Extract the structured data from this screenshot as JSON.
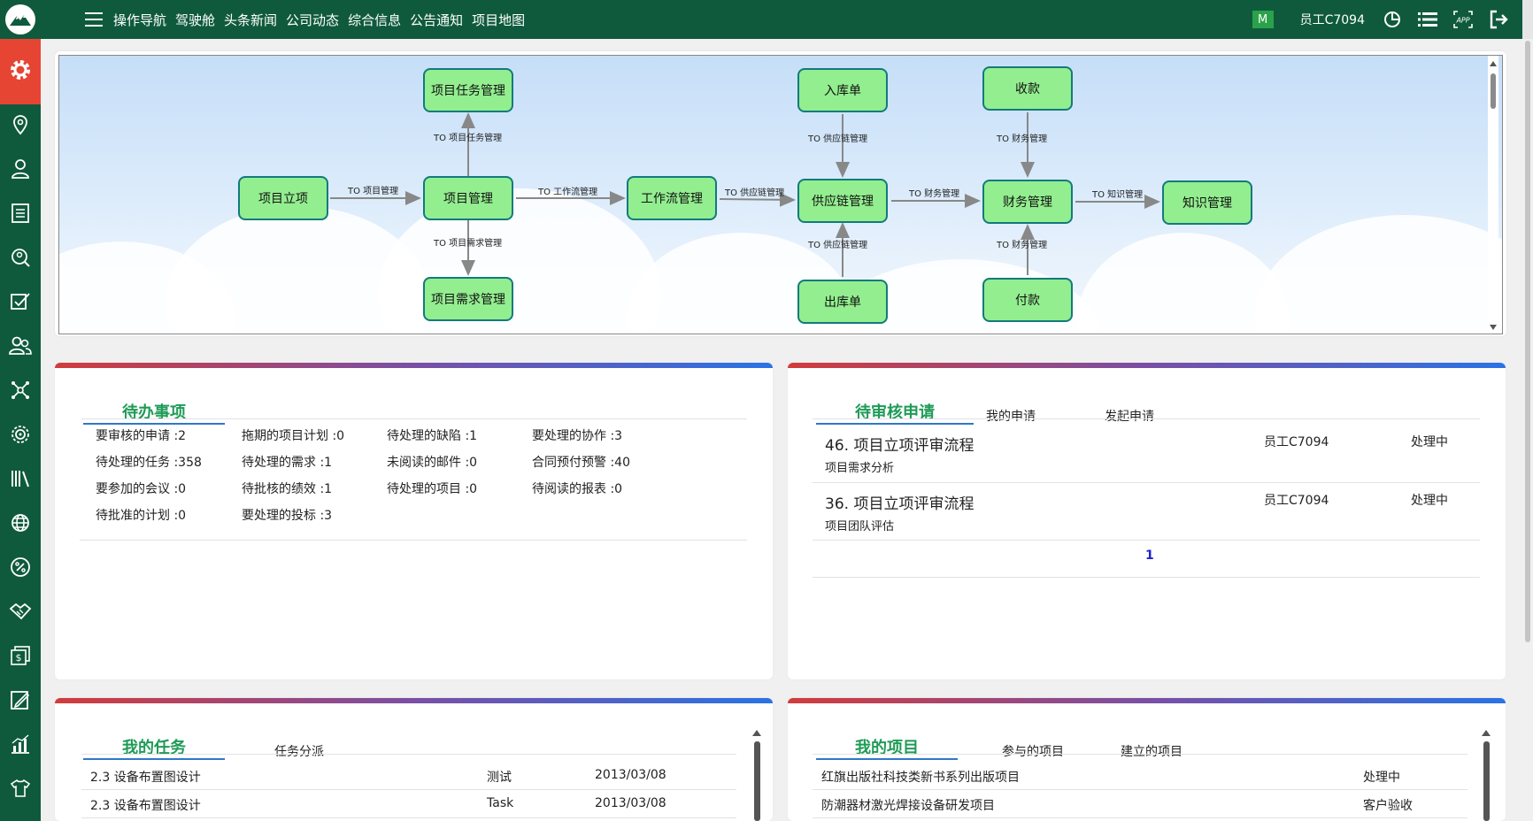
{
  "topnav": {
    "items": [
      "操作导航",
      "驾驶舱",
      "头条新闻",
      "公司动态",
      "综合信息",
      "公告通知",
      "项目地图"
    ],
    "badge": "M",
    "user": "员工C7094"
  },
  "sidebar": {
    "icons": [
      "gear-icon",
      "location-pin-icon",
      "user-icon",
      "document-icon",
      "search-user-icon",
      "checklist-icon",
      "users-icon",
      "network-icon",
      "target-icon",
      "books-icon",
      "globe-icon",
      "percent-icon",
      "handshake-icon",
      "money-icon",
      "edit-icon",
      "bar-chart-icon",
      "shirt-icon"
    ]
  },
  "flow": {
    "boxes": {
      "project_setup": "项目立项",
      "project_mgmt": "项目管理",
      "task_mgmt": "项目任务管理",
      "req_mgmt": "项目需求管理",
      "workflow_mgmt": "工作流管理",
      "supply_mgmt": "供应链管理",
      "inbound": "入库单",
      "outbound": "出库单",
      "finance_mgmt": "财务管理",
      "receipt": "收款",
      "payment": "付款",
      "knowledge_mgmt": "知识管理"
    },
    "labels": {
      "to_project": "TO 项目管理",
      "to_task": "TO 项目任务管理",
      "to_req": "TO 项目需求管理",
      "to_workflow": "TO 工作流管理",
      "to_supply_1": "TO 供应链管理",
      "to_supply_2": "TO 供应链管理",
      "to_supply_3": "TO 供应链管理",
      "to_finance_1": "TO 财务管理",
      "to_finance_2": "TO 财务管理",
      "to_finance_3": "TO 财务管理",
      "to_knowledge": "TO 知识管理"
    }
  },
  "todo": {
    "tab": "待办事项",
    "items": [
      [
        "要审核的申请 :2",
        "拖期的项目计划 :0",
        "待处理的缺陷 :1",
        "要处理的协作 :3"
      ],
      [
        "待处理的任务 :358",
        "待处理的需求 :1",
        "未阅读的邮件 :0",
        "合同预付预警 :40"
      ],
      [
        "要参加的会议 :0",
        "待批核的绩效 :1",
        "待处理的项目 :0",
        "待阅读的报表 :0"
      ],
      [
        "待批准的计划 :0",
        "要处理的投标 :3"
      ]
    ]
  },
  "review": {
    "tabs": [
      "待审核申请",
      "我的申请",
      "发起申请"
    ],
    "rows": [
      {
        "title": "46. 项目立项评审流程",
        "sub": "项目需求分析",
        "user": "员工C7094",
        "status": "处理中"
      },
      {
        "title": "36. 项目立项评审流程",
        "sub": "项目团队评估",
        "user": "员工C7094",
        "status": "处理中"
      }
    ],
    "page": "1"
  },
  "tasks": {
    "tabs": [
      "我的任务",
      "任务分派"
    ],
    "rows": [
      {
        "name": "2.3 设备布置图设计",
        "type": "测试",
        "date": "2013/03/08"
      },
      {
        "name": "2.3 设备布置图设计",
        "type": "Task",
        "date": "2013/03/08"
      }
    ]
  },
  "projects": {
    "tabs": [
      "我的项目",
      "参与的项目",
      "建立的项目"
    ],
    "rows": [
      {
        "name": "红旗出版社科技类新书系列出版项目",
        "status": "处理中"
      },
      {
        "name": "防潮器材激光焊接设备研发项目",
        "status": "客户验收"
      }
    ]
  }
}
